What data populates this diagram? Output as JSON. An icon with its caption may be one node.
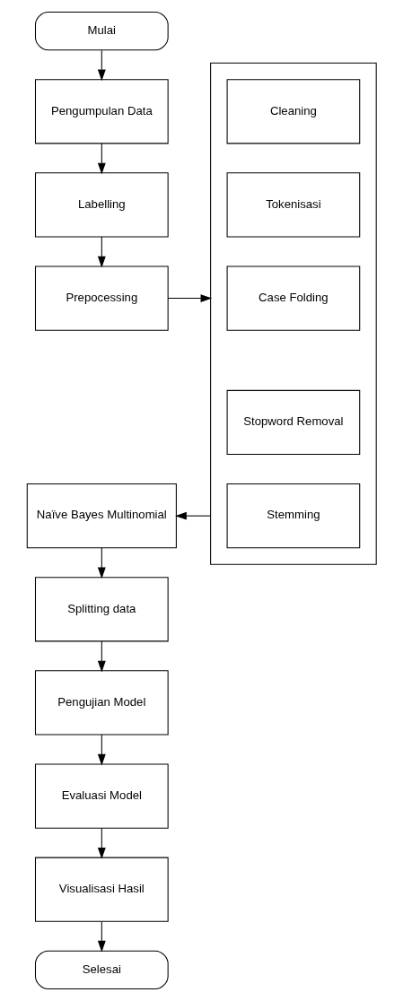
{
  "diagram": {
    "nodes": [
      {
        "text": [
          "Mulai"
        ]
      },
      {
        "text": [
          "Pengumpulan Data"
        ]
      },
      {
        "text": [
          "Labelling"
        ]
      },
      {
        "text": [
          "Prepocessing"
        ]
      },
      {
        "text": [],
        "shape": "box"
      },
      {
        "text": [
          "Cleaning"
        ],
        "in": 4
      },
      {
        "text": [
          "Tokenisasi"
        ],
        "in": 4
      },
      {
        "text": [
          "Case Folding"
        ],
        "in": 4
      },
      {
        "text": [
          "Stopword Removal"
        ],
        "in": 4
      },
      {
        "text": [
          "Stemming"
        ],
        "in": 4
      },
      {
        "text": [
          "Naïve Bayes Multinomial"
        ]
      },
      {
        "text": [
          "Splitting data"
        ]
      },
      {
        "text": [
          "Pengujian Model"
        ]
      },
      {
        "text": [
          "Evaluasi Model"
        ]
      },
      {
        "text": [
          "Visualisasi Hasil"
        ]
      },
      {
        "text": [
          "Selesai"
        ]
      }
    ],
    "edges": [
      {
        "from": 0,
        "to": 1,
        "arrow": "to"
      },
      {
        "from": 1,
        "to": 2,
        "arrow": "to"
      },
      {
        "from": 2,
        "to": 3,
        "arrow": "to"
      },
      {
        "from": 3,
        "to": 4,
        "arrow": "to"
      },
      {
        "from": 4,
        "to": 10,
        "arrow": "to"
      },
      {
        "from": 10,
        "to": 11,
        "arrow": "to"
      },
      {
        "from": 11,
        "to": 12,
        "arrow": "to"
      },
      {
        "from": 12,
        "to": 13,
        "arrow": "to"
      },
      {
        "from": 13,
        "to": 14,
        "arrow": "to"
      },
      {
        "from": 14,
        "to": 15,
        "arrow": "to"
      }
    ]
  }
}
